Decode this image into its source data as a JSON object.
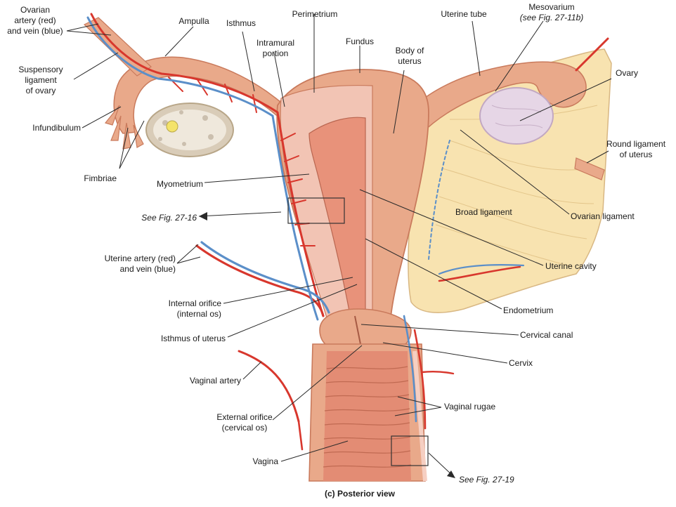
{
  "labels": {
    "ovarian_artery_1": "Ovarian",
    "ovarian_artery_2": "artery (red)",
    "ovarian_artery_3": "and vein (blue)",
    "suspensory_1": "Suspensory",
    "suspensory_2": "ligament",
    "suspensory_3": "of ovary",
    "infundibulum": "Infundibulum",
    "fimbriae": "Fimbriae",
    "ampulla": "Ampulla",
    "isthmus": "Isthmus",
    "intramural_1": "Intramural",
    "intramural_2": "portion",
    "perimetrium": "Perimetrium",
    "fundus": "Fundus",
    "body_1": "Body of",
    "body_2": "uterus",
    "uterine_tube": "Uterine tube",
    "mesovarium_1": "Mesovarium",
    "mesovarium_2": "(see Fig. 27-11b)",
    "ovary": "Ovary",
    "round_lig_1": "Round ligament",
    "round_lig_2": "of uterus",
    "broad_ligament": "Broad ligament",
    "ovarian_ligament": "Ovarian ligament",
    "myometrium": "Myometrium",
    "see_fig_16": "See Fig. 27-16",
    "uterine_artery_1": "Uterine artery (red)",
    "uterine_artery_2": "and vein (blue)",
    "uterine_cavity": "Uterine cavity",
    "internal_orifice_1": "Internal orifice",
    "internal_orifice_2": "(internal os)",
    "endometrium": "Endometrium",
    "isthmus_uterus": "Isthmus of uterus",
    "cervical_canal": "Cervical canal",
    "cervix": "Cervix",
    "vaginal_artery": "Vaginal artery",
    "external_orifice_1": "External orifice",
    "external_orifice_2": "(cervical os)",
    "vaginal_rugae": "Vaginal rugae",
    "vagina": "Vagina",
    "see_fig_19": "See Fig. 27-19"
  },
  "caption": "(c) Posterior view",
  "colors": {
    "tissue": "#e9a98a",
    "tissue_dark": "#c97a5c",
    "lining": "#f6cfc2",
    "broad_ligament": "#f8e3b0",
    "artery": "#d8372d",
    "vein": "#5b8fc9",
    "ovary": "#e6d6e6"
  }
}
